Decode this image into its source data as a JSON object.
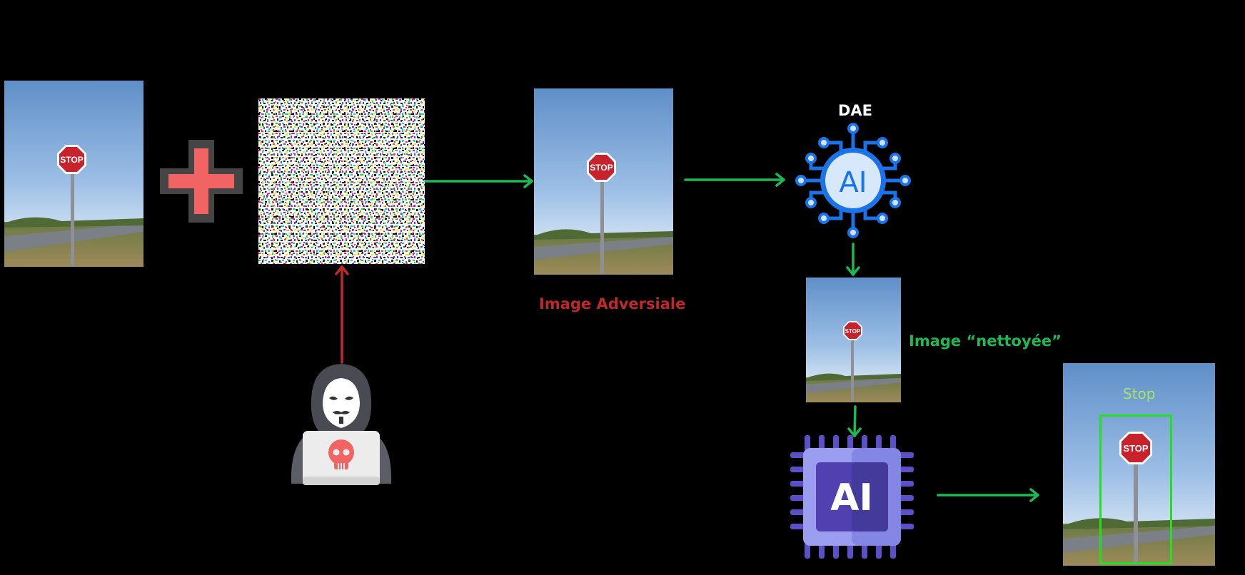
{
  "colors": {
    "background": "#000000",
    "attack": "#c0282d",
    "clean": "#1db954",
    "detection_box": "#22e01e",
    "detection_label": "#a7e36b",
    "dae_blue": "#1a73e8",
    "chip_purple": "#5b50c8",
    "plus_red": "#f26363"
  },
  "labels": {
    "dae": "DAE",
    "adversarial_image": "Image Adversiale",
    "cleaned_image": "Image “nettoyée”",
    "detection": "Stop"
  },
  "icons": {
    "sign_text": "STOP",
    "dae_logo_text": "AI",
    "chip_text": "AI"
  }
}
